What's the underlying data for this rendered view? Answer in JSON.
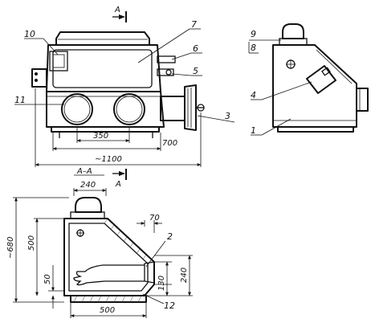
{
  "section_marks": {
    "top": "A",
    "bottom": "A",
    "section_title": "A–A"
  },
  "callouts": {
    "n1": "1",
    "n2": "2",
    "n3": "3",
    "n4": "4",
    "n5": "5",
    "n6": "6",
    "n7": "7",
    "n8": "8",
    "n9": "9",
    "n10": "10",
    "n11": "11",
    "n12": "12"
  },
  "dimensions": {
    "d350": "350",
    "d700": "700",
    "d1100": "~1100",
    "d240_top": "240",
    "d70": "70",
    "d680": "~680",
    "d500_v": "500",
    "d50": "50",
    "d130": "130",
    "d240_right": "240",
    "d500_h": "500"
  }
}
